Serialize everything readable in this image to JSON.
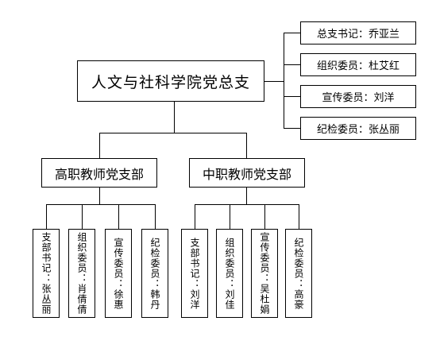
{
  "root": {
    "label": "人文与社科学院党总支"
  },
  "committee": [
    {
      "label": "总支书记：乔亚兰"
    },
    {
      "label": "组织委员：杜艾红"
    },
    {
      "label": "宣传委员：刘洋"
    },
    {
      "label": "纪检委员：张丛丽"
    }
  ],
  "branches": [
    {
      "label": "高职教师党支部",
      "members": [
        {
          "label": "支部书记：张丛丽"
        },
        {
          "label": "组织委员：肖倩倩"
        },
        {
          "label": "宣传委员：徐惠"
        },
        {
          "label": "纪检委员：韩丹"
        }
      ]
    },
    {
      "label": "中职教师党支部",
      "members": [
        {
          "label": "支部书记：刘洋"
        },
        {
          "label": "组织委员：刘佳"
        },
        {
          "label": "宣传委员：吴杜娟"
        },
        {
          "label": "纪检委员：高豪"
        }
      ]
    }
  ]
}
